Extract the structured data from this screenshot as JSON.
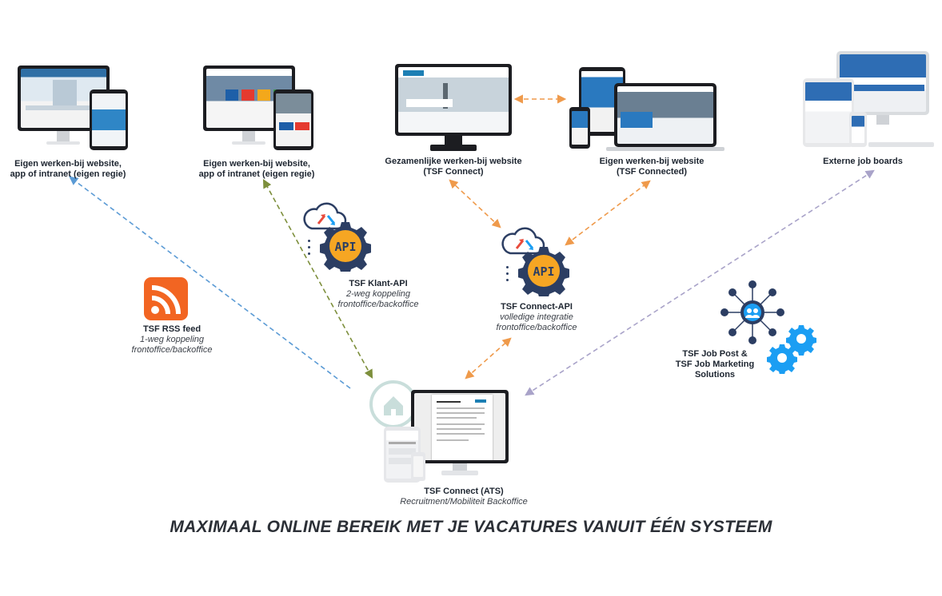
{
  "nodes": {
    "own_site_1": {
      "title_line1": "Eigen werken-bij website,",
      "title_line2": "app of intranet (eigen regie)"
    },
    "own_site_2": {
      "title_line1": "Eigen werken-bij website,",
      "title_line2": "app of intranet (eigen regie)"
    },
    "shared_site": {
      "title_line1": "Gezamenlijke werken-bij website",
      "title_line2": "(TSF Connect)"
    },
    "own_site_connected": {
      "title_line1": "Eigen werken-bij website",
      "title_line2": "(TSF Connected)"
    },
    "job_boards": {
      "title": "Externe job boards"
    },
    "rss": {
      "title": "TSF RSS feed",
      "sub1": "1-weg koppeling",
      "sub2": "frontoffice/backoffice"
    },
    "klant_api": {
      "title": "TSF Klant-API",
      "sub1": "2-weg koppeling",
      "sub2": "frontoffice/backoffice",
      "badge": "API"
    },
    "connect_api": {
      "title": "TSF Connect-API",
      "sub1": "volledige integratie",
      "sub2": "frontoffice/backoffice",
      "badge": "API"
    },
    "job_post": {
      "title_line1": "TSF Job Post &",
      "title_line2": "TSF Job Marketing",
      "title_line3": "Solutions"
    },
    "ats": {
      "title": "TSF Connect (ATS)",
      "sub": "Recruitment/Mobiliteit Backoffice"
    }
  },
  "footer": {
    "title": "MAXIMAAL ONLINE BEREIK MET JE VACATURES VANUIT ÉÉN SYSTEEM"
  },
  "colors": {
    "rss_line": "#5b9bd5",
    "klant_line": "#7d8f3c",
    "connect_line": "#ef9a4b",
    "jobboard_line": "#a9a3c9",
    "rss_orange": "#f26522",
    "api_orange": "#f6a623",
    "navy": "#2c3e63",
    "gear_blue": "#1b9ef3"
  },
  "icons": {
    "rss": "rss-feed-icon",
    "api_cloud": "cloud-sync-icon",
    "api_gear": "gear-api-icon",
    "network": "network-hub-icon",
    "gears": "gears-icon",
    "home": "home-icon"
  }
}
